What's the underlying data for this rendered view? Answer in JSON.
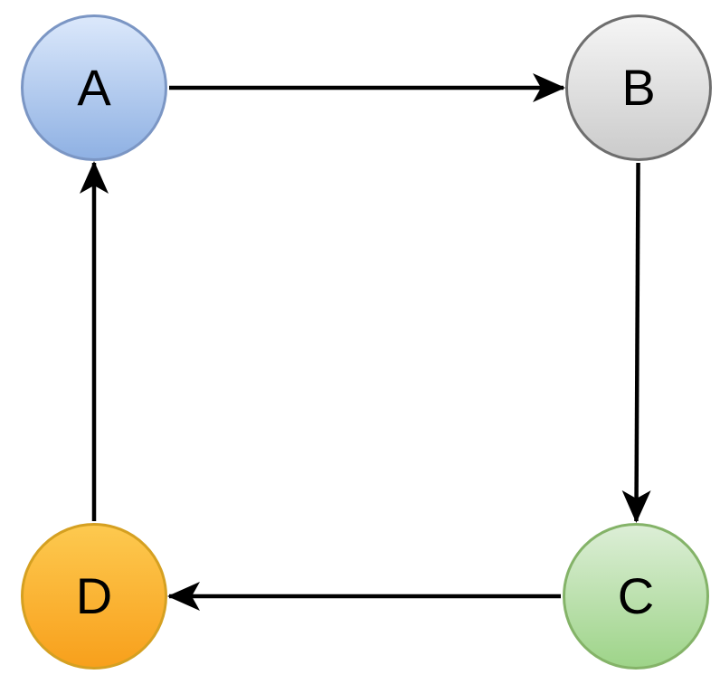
{
  "diagram": {
    "type": "directed-cycle-graph",
    "background_color": "#ffffff",
    "edge_color": "#000000",
    "label_color": "#000000",
    "nodes": [
      {
        "id": "A",
        "label": "A",
        "fill_top": "#dbe8fb",
        "fill_bottom": "#8fb1e3",
        "border": "#7b96c4"
      },
      {
        "id": "B",
        "label": "B",
        "fill_top": "#f5f5f5",
        "fill_bottom": "#cbcbcb",
        "border": "#6e6e6e"
      },
      {
        "id": "C",
        "label": "C",
        "fill_top": "#dceed6",
        "fill_bottom": "#9ed489",
        "border": "#84b368"
      },
      {
        "id": "D",
        "label": "D",
        "fill_top": "#fdc94f",
        "fill_bottom": "#f8a01c",
        "border": "#d5a021"
      }
    ],
    "edges": [
      {
        "from": "A",
        "to": "B"
      },
      {
        "from": "B",
        "to": "C"
      },
      {
        "from": "C",
        "to": "D"
      },
      {
        "from": "D",
        "to": "A"
      }
    ]
  }
}
